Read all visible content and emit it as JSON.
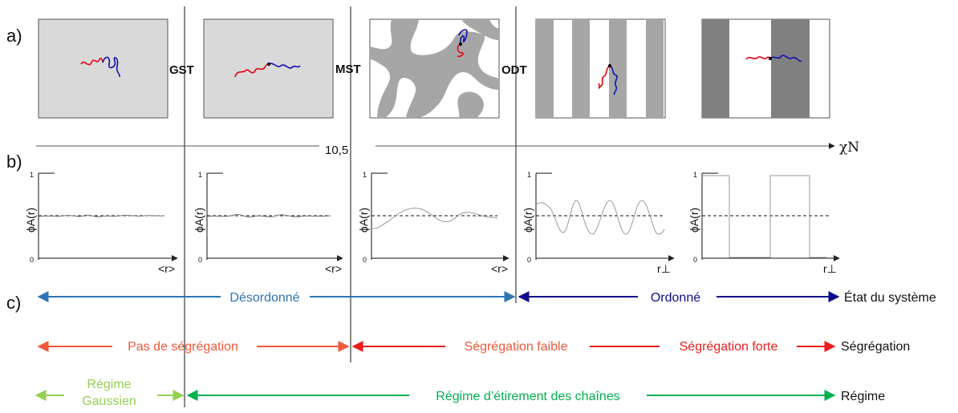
{
  "sections": {
    "a": "a)",
    "b": "b)",
    "c": "c)"
  },
  "transitions": {
    "gst": "GST",
    "mst": "MST",
    "odt": "ODT"
  },
  "axis": {
    "label": "χN",
    "critical_value": "10,5"
  },
  "profile_plots": {
    "ylabel": "ϕA(r)",
    "ytick_top": "1",
    "ytick_bottom": "0",
    "xlabel_disordered": "<r>",
    "xlabel_ordered": "r⊥"
  },
  "rows": {
    "state": {
      "label": "État du système",
      "disordered": "Désordonné",
      "ordered": "Ordonné",
      "color_disordered": "#2e75b6",
      "color_ordered": "#0d0d8c"
    },
    "segregation": {
      "label": "Ségrégation",
      "none": "Pas de ségrégation",
      "weak": "Ségrégation faible",
      "strong": "Ségrégation forte",
      "color_none": "#f0583a",
      "color_weak": "#f0583a",
      "color_strong": "#ee1c1c"
    },
    "regime": {
      "label": "Régime",
      "gaussian_line1": "Régime",
      "gaussian_line2": "Gaussien",
      "stretching": "Régime d’étirement des chaînes",
      "color_gaussian": "#92d050",
      "color_stretching": "#00b050"
    }
  },
  "colors": {
    "block_a": "#e8000f",
    "block_b": "#1212b0",
    "panel_gray": "#d9d9d9",
    "domain_gray": "#a6a6a6",
    "domain_dark": "#808080"
  }
}
